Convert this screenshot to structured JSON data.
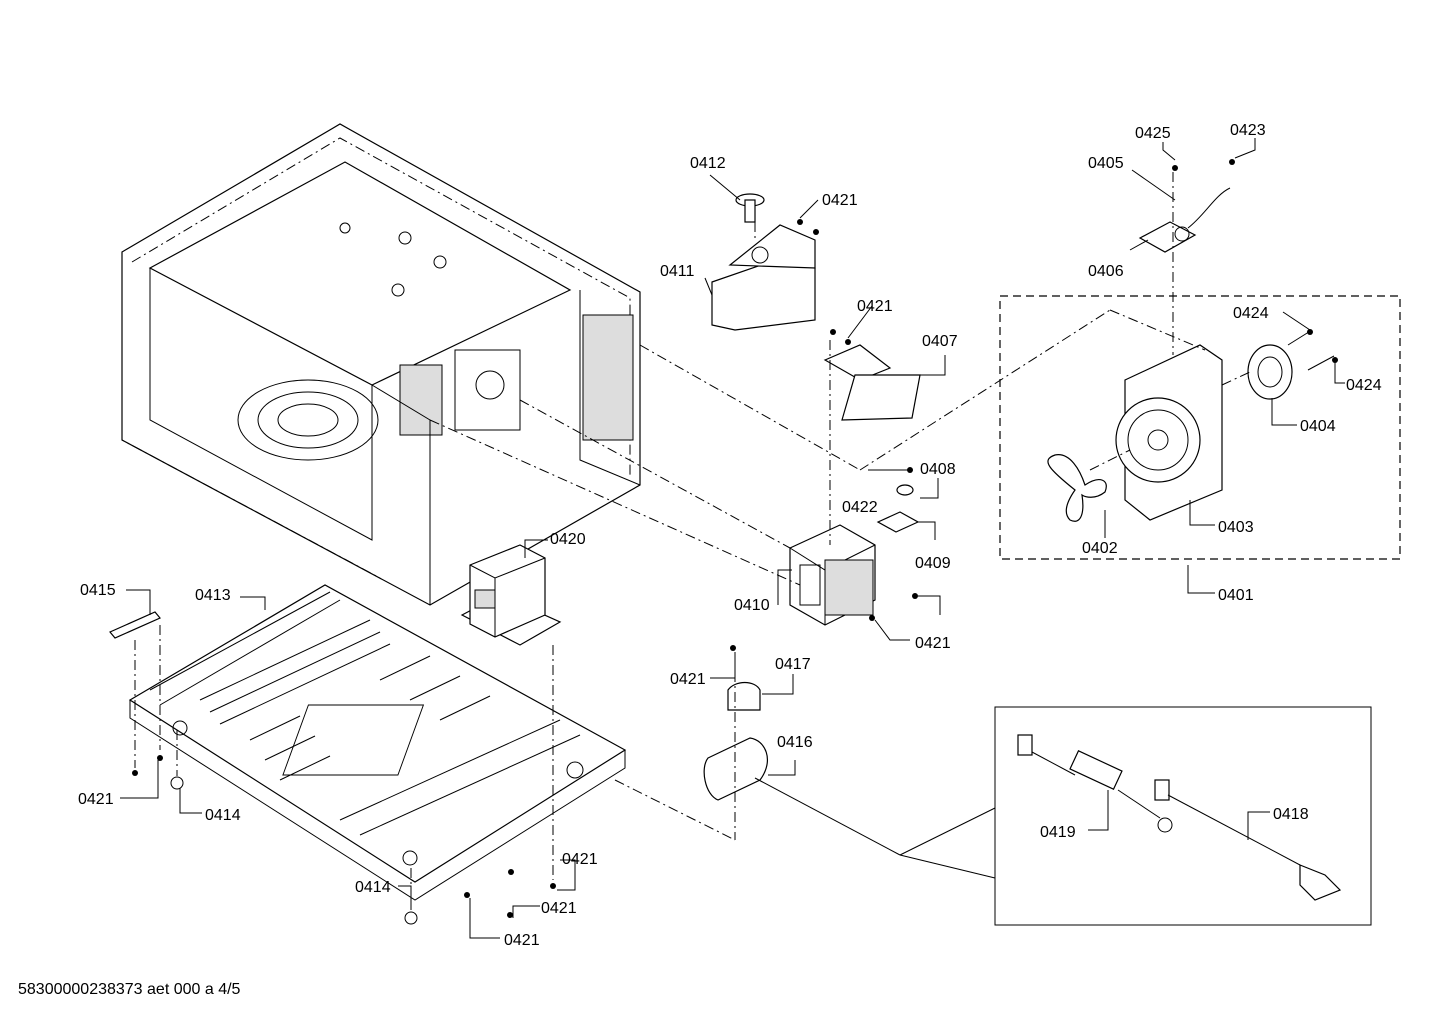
{
  "document_id": "58300000238373 aet 000 a 4/5",
  "labels": {
    "p0401": "0401",
    "p0402": "0402",
    "p0403": "0403",
    "p0404": "0404",
    "p0405": "0405",
    "p0406": "0406",
    "p0407": "0407",
    "p0408": "0408",
    "p0409": "0409",
    "p0410": "0410",
    "p0411": "0411",
    "p0412": "0412",
    "p0413": "0413",
    "p0414": "0414",
    "p0415": "0415",
    "p0416": "0416",
    "p0417": "0417",
    "p0418": "0418",
    "p0419": "0419",
    "p0420": "0420",
    "p0421": "0421",
    "p0422": "0422",
    "p0423": "0423",
    "p0424": "0424",
    "p0425": "0425"
  }
}
